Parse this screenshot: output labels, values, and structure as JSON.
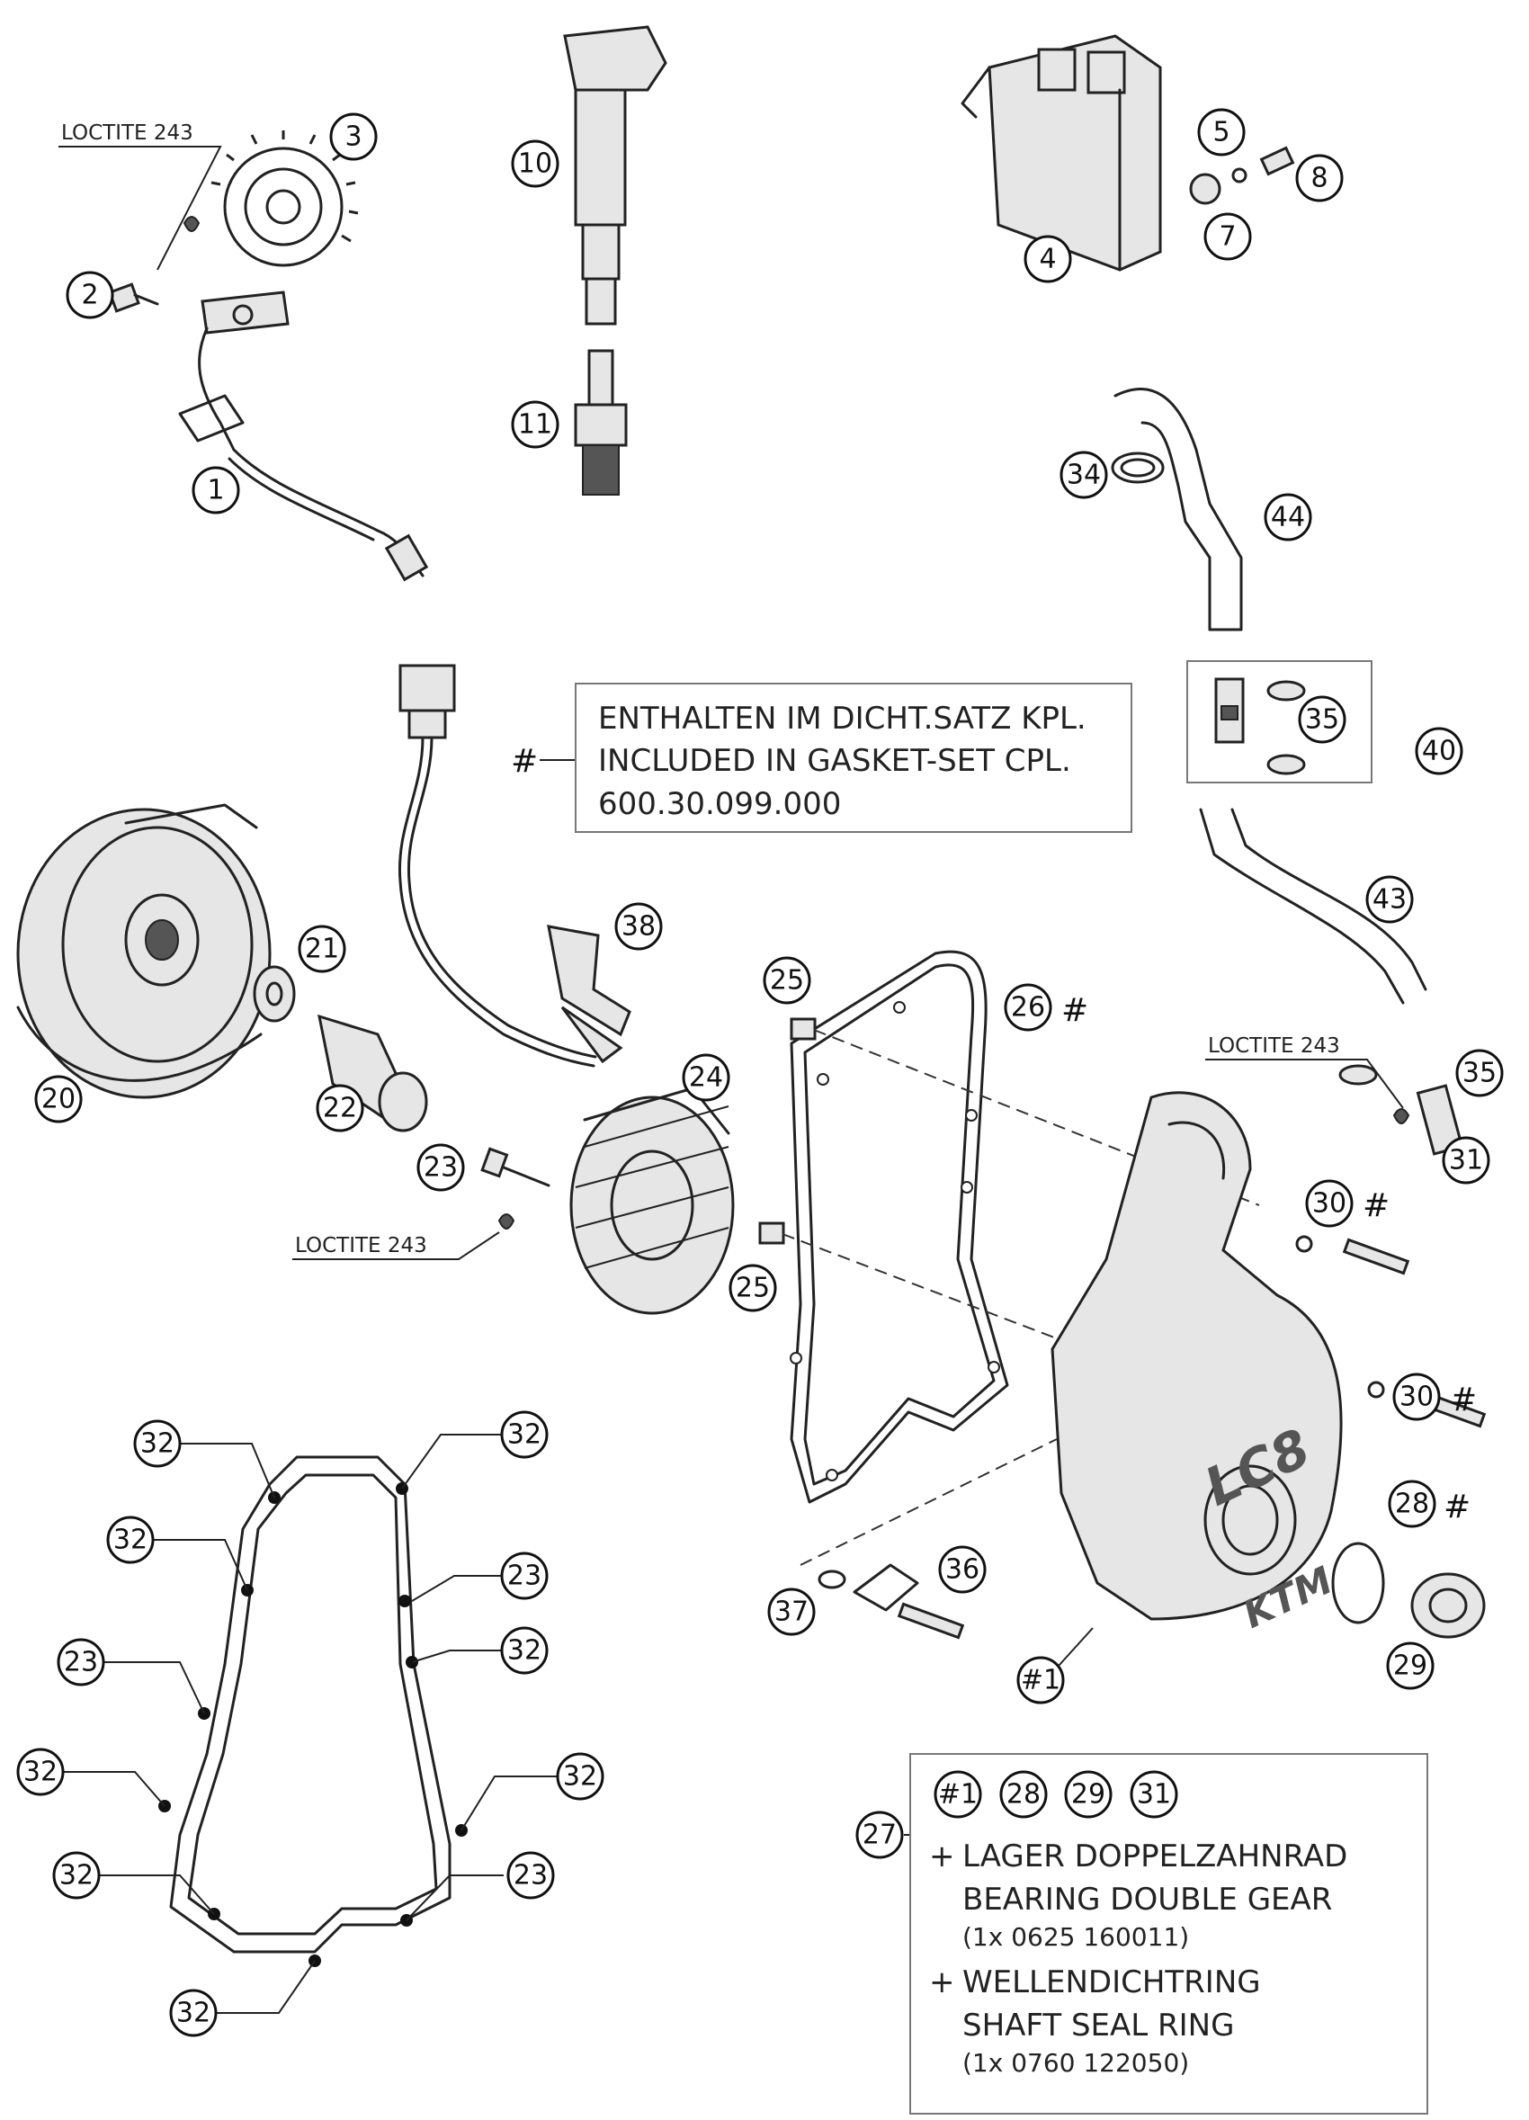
{
  "loctite_label": "LOCTITE 243",
  "hash_mark": "#",
  "plus_mark": "+",
  "gasket_note": {
    "line1": "ENTHALTEN IM DICHT.SATZ KPL.",
    "line2": "INCLUDED IN GASKET-SET CPL.",
    "line3": "600.30.099.000"
  },
  "kit_note": {
    "refs": [
      "#1",
      "28",
      "29",
      "31"
    ],
    "item1_de": "LAGER DOPPELZAHNRAD",
    "item1_en": "BEARING DOUBLE GEAR",
    "item1_qty": "(1x 0625 160011)",
    "item2_de": "WELLENDICHTRING",
    "item2_en": "SHAFT SEAL RING",
    "item2_qty": "(1x 0760 122050)"
  },
  "cover_logo": "LC8",
  "brand_logo": "KTM",
  "callouts": {
    "c1": "1",
    "c2": "2",
    "c3": "3",
    "c4": "4",
    "c5": "5",
    "c7": "7",
    "c8": "8",
    "c10": "10",
    "c11": "11",
    "c20": "20",
    "c21": "21",
    "c22": "22",
    "c23a": "23",
    "c23b": "23",
    "c23c": "23",
    "c23d": "23",
    "c24": "24",
    "c25a": "25",
    "c25b": "25",
    "c26": "26",
    "c27": "27",
    "c28": "28",
    "c29": "29",
    "c30a": "30",
    "c30b": "30",
    "c31": "31",
    "c32a": "32",
    "c32b": "32",
    "c32c": "32",
    "c32d": "32",
    "c32e": "32",
    "c32f": "32",
    "c32g": "32",
    "c32h": "32",
    "c34": "34",
    "c35a": "35",
    "c35b": "35",
    "c36": "36",
    "c37": "37",
    "c38": "38",
    "c40": "40",
    "c43": "43",
    "c44": "44",
    "c1hash": "#1"
  }
}
